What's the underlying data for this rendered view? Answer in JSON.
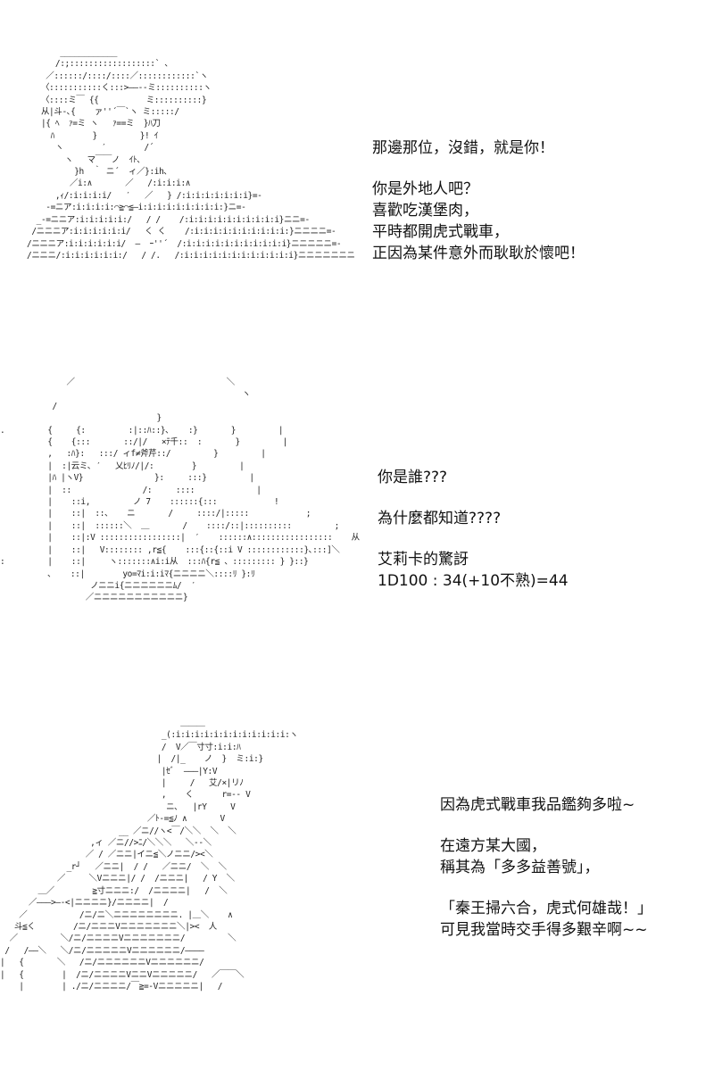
{
  "panels": [
    {
      "art": "       ____________\n      /:;::::::::::::::::::` 、\n    ／::::::/::::/::::／::::::::::::`ヽ\n   〈:::::::::::く:::>――--ミ::::::::::ヽ\n   〈::::ミ￣ {{          ミ::::::::::}\n   从|斗-､{    ァ''´￣`ヽ ミ:::::/\n   |{ ﾍ  ｧ=ミ ヽ   ｧ==ミ  }ﾊ刀\n     ﾊ        }         }! ｲ\n      ヽ        ′        /´\n        ヽ   マ￣￣ノ  ｲﾄ､\n          }h  ｀ ニ´  ィ／}:ih､\n         ／i:∧       ／   /:i:i:i:∧\n      ,ｨ/:i:i:i:i/   ′   ／   } /:i:i:i:i:i:i:i}=-\n    -=ニア:i:i:i:i:⌒≧⌒≦―i:i:i:i:i:i:i:i:i:}ニ=-\n  _-=ニニア:i:i:i:i:i:/   / /    /:i:i:i:i:i:i:i:i:i:i}ニニ=-\n /ニニニア:i:i:i:i:i:i/   く く    /:i:i:i:i:i:i:i:i:i:i:}ニニニニ=-\n/ニニニア:i:i:i:i:i:i/  ―  ｰ''´  /:i:i:i:i:i:i:i:i:i:i:i}ニニニニニ=-\n/ニニニ/:i:i:i:i:i:i:/   / /.   /:i:i:i:i:i:i:i:i:i:i:i:i}ニニニニニニニ",
      "lines": [
        "那邊那位，沒錯，就是你！",
        "",
        "你是外地人吧？",
        "喜歡吃漢堡肉，",
        "平時都開虎式戰車，",
        "正因為某件意外而耿耿於懷吧！"
      ]
    },
    {
      "art": "              ／                                ＼\n                                                   ヽ\n           /\n                                 }\n.         {     {:         :|::ﾊ::}､    :}       }         |\n          {    {:::       ::/|/   ×ﾃ千::  :       }         |\n          ,   :ﾊ}:   :::/ ィf≠斧芹::/         }         |\n          |  :|云ミ､ ′   乂ﾋﾘﾉ/|/:        }         |\n          |ﾊ |ヽV}               }:     :::}         |\n          |  ::               /:     ::::             |\n          |    ::i,         ノ 7    ::::::{:::            !\n          |    ::|  ::、   ニ       /     ::::/|:::::            ;\n          |    ::|  ::::::＼  ＿       /    ::::/::|::::::::::         ;\n          |    ::|:V :::::::::::::::::|  ′    ::::::∧:::::::::::::::::    从\n          |    ::|   V:::::::: ,r≦{    :::{::{::i V ::::::::::::}､:::]＼\n:         |    ::|     ヽ:::::::∧i:i从  :::ﾊ{r≦ 、::::::::: } }::}\n          ､    ::|        yo=ﾏi:i:iﾏ{ニニニニ＼::::ﾘ }:ﾘ\n                   ノニニi{ニニニニニニﾑ/  ′\n                  ／ニニニニニニニニニニニ}",
      "lines": [
        "你是誰???",
        "",
        "為什麼都知道????",
        "",
        "艾莉卡的驚訝",
        "1D100 : 34(+10不熟)=44"
      ]
    },
    {
      "art": "                                      ＿＿＿\n                                  _(:i:i:i:i:i:i:i:i:i:i:i:i:ヽ\n                                  /  V／￣寸寸:i:i:ﾊ\n                                 |  /|_    ノ  }  ミ:i:}\n                                  |ｾﾞ  ―――|Y:V\n                                  |     /   艾/×|リﾉ\n                                  ,    く      r=-- V\n                                   ニ､   |rY     V\n                               ／ﾄ-=≦ﾉ ∧       V\n                         __ ／ニ//ヽ<￣/＼＼  ＼  ＼\n                   ,ィ ／ニ//>ﾆ/＼＼＼   ＼--＼\n                  ／ / ／ニニ|イニ≦＼ノニニ/><＼\n              _r┘   ／ニニ|  / /   ／ニニ/  ＼  ＼\n            ／     ＼Vニニニ|/ /  /ニニニ|   / Y  ＼\n        ＿／        ≧寸ニニニ:/  /ニニニニ|   /  ＼\n      ／―――>―-<|ニニニニ}/ニニニニ|  /\n    ／           /ニ/ニ＼ニニニニニニニニ. |＿＼    ∧\n   斗≦く        /ニ/ニニニVニニニニニニニ＼|><  人\n  ／         ＼/ニ/ニニニニVニニニニニニニ/         ＼\n /   /――＼   ＼/ニ/ニニニニニVニニニニニニ/――――\n|   {       ＼   /ニ/ニニニニニニVニニニニニニ/\n|   {        |  /ニ/ニニニニVニニVニニニニニ/   ／￣￣＼\n    |        | ./ニ/ニニニニ/￣≧=-Vニニニニニ|   /",
      "lines": [
        "因為虎式戰車我品鑑夠多啦~",
        "",
        "在遠方某大國，",
        "稱其為「多多益善號」，",
        "",
        "「秦王掃六合，虎式何雄哉！」",
        "可見我當時交手得多艱辛啊~~"
      ]
    }
  ]
}
